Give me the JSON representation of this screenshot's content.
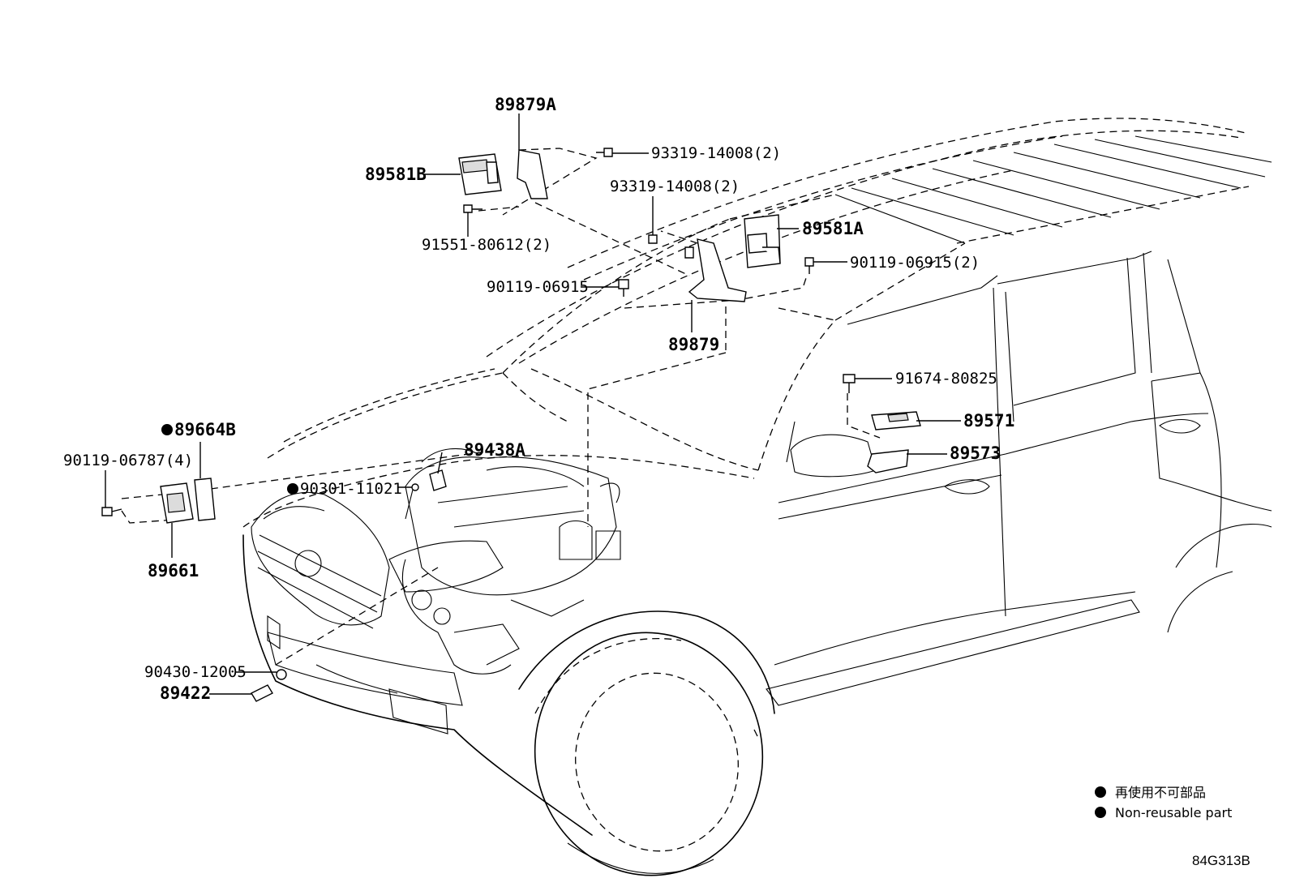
{
  "parts": {
    "p89879A": "89879A",
    "p93319_top": "93319-14008(2)",
    "p89581B": "89581B",
    "p91551": "91551-80612(2)",
    "p93319_mid": "93319-14008(2)",
    "p89581A": "89581A",
    "p90119_06915_2": "90119-06915(2)",
    "p90119_06915": "90119-06915",
    "p89879": "89879",
    "p91674": "91674-80825",
    "p89571": "89571",
    "p89573": "89573",
    "p89664B": "89664B",
    "p90119_06787": "90119-06787(4)",
    "p89438A": "89438A",
    "p90301": "90301-11021",
    "p89661": "89661",
    "p90430": "90430-12005",
    "p89422": "89422"
  },
  "legend": {
    "japanese": "再使用不可部品",
    "english": "Non-reusable part"
  },
  "figure_code": "84G313B"
}
